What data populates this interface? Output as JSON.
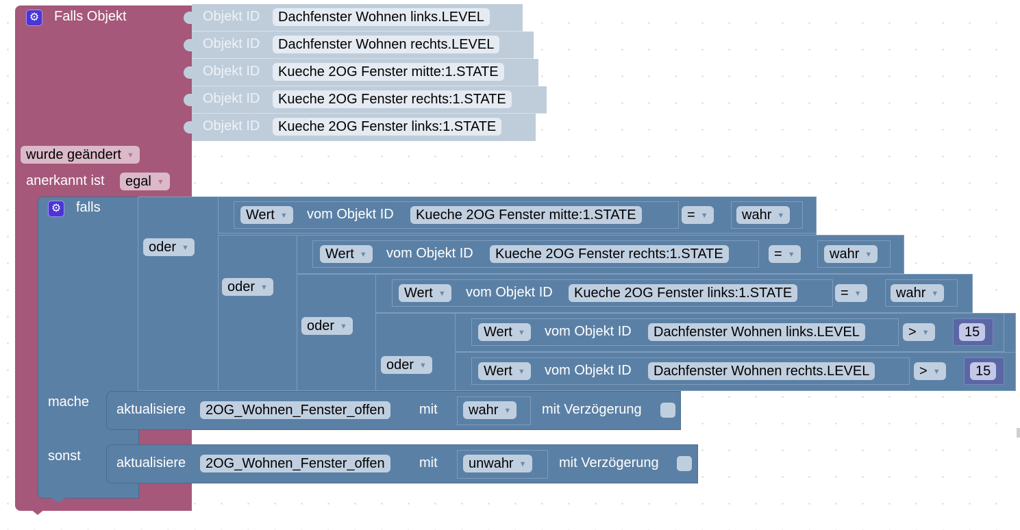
{
  "trigger_block": {
    "title": "Falls Objekt",
    "icon": "gear-icon",
    "object_label": "Objekt ID",
    "objects": [
      "Dachfenster Wohnen links.LEVEL",
      "Dachfenster Wohnen rechts.LEVEL",
      "Kueche 2OG Fenster mitte:1.STATE",
      "Kueche 2OG Fenster rechts:1.STATE",
      "Kueche 2OG Fenster links:1.STATE"
    ],
    "change_mode": "wurde geändert",
    "ack_label": "anerkannt ist",
    "ack_value": "egal"
  },
  "if_block": {
    "title": "falls",
    "icon": "gear-icon",
    "operator_label": "oder",
    "conditions": [
      {
        "mode": "Wert",
        "label": "vom Objekt ID",
        "object": "Kueche 2OG Fenster mitte:1.STATE",
        "op": "=",
        "value": "wahr"
      },
      {
        "mode": "Wert",
        "label": "vom Objekt ID",
        "object": "Kueche 2OG Fenster rechts:1.STATE",
        "op": "=",
        "value": "wahr"
      },
      {
        "mode": "Wert",
        "label": "vom Objekt ID",
        "object": "Kueche 2OG Fenster links:1.STATE",
        "op": "=",
        "value": "wahr"
      },
      {
        "mode": "Wert",
        "label": "vom Objekt ID",
        "object": "Dachfenster Wohnen links.LEVEL",
        "op": ">",
        "value": "15"
      },
      {
        "mode": "Wert",
        "label": "vom Objekt ID",
        "object": "Dachfenster Wohnen rechts.LEVEL",
        "op": ">",
        "value": "15"
      }
    ],
    "then_label": "mache",
    "else_label": "sonst",
    "then_action": {
      "verb": "aktualisiere",
      "variable": "2OG_Wohnen_Fenster_offen",
      "with": "mit",
      "value": "wahr",
      "delay_label": "mit Verzögerung",
      "delay_checked": false
    },
    "else_action": {
      "verb": "aktualisiere",
      "variable": "2OG_Wohnen_Fenster_offen",
      "with": "mit",
      "value": "unwahr",
      "delay_label": "mit Verzögerung",
      "delay_checked": false
    }
  },
  "colors": {
    "trigger_block": "#a5587a",
    "logic_block": "#5b80a5",
    "object_block": "#bfcddb",
    "number_block": "#5b67a5",
    "gear_badge": "#4a35d6"
  }
}
